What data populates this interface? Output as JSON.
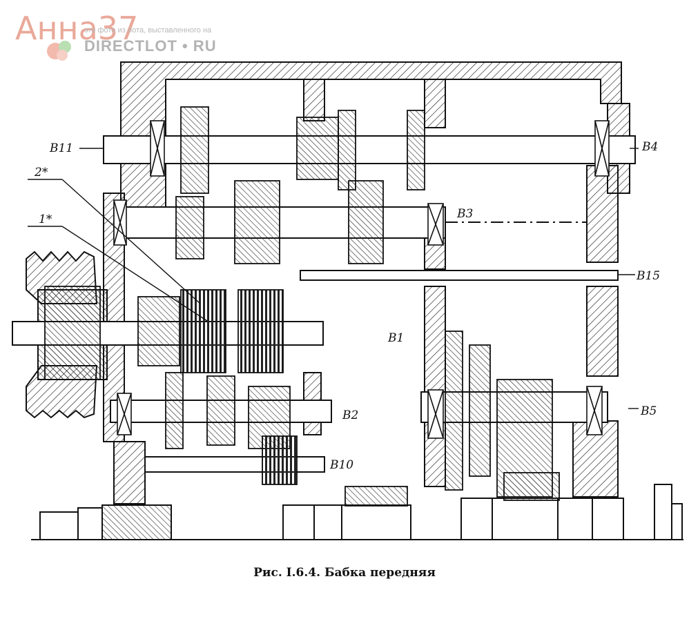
{
  "watermark": {
    "name": "Анна37",
    "tagline": "это фото из лота, выставленного на",
    "site": "DIRECTLOT • RU"
  },
  "labels": {
    "shaft_b11": "В11",
    "shaft_b4": "В4",
    "shaft_b3": "В3",
    "shaft_b15": "В15",
    "shaft_b1": "В1",
    "shaft_b2": "В2",
    "shaft_b5": "В5",
    "shaft_b10": "В10",
    "mark_2": "2*",
    "mark_1": "1*"
  },
  "caption": "Рис. I.6.4. Бабка передняя",
  "colors": {
    "ink": "#111111",
    "watermark_text": "#e9a99a",
    "watermark_site": "#b3b3b3"
  }
}
